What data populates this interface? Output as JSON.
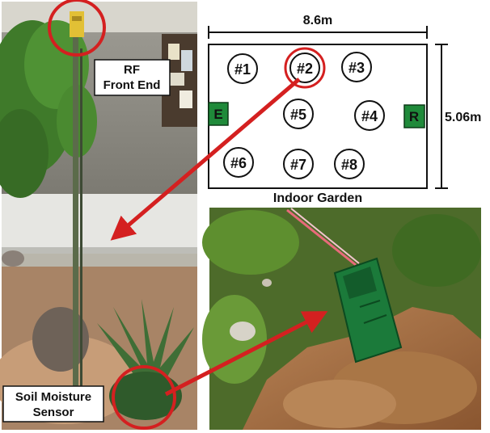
{
  "garden": {
    "width_label": "8.6m",
    "height_label": "5.06m",
    "title": "Indoor Garden",
    "nodes": [
      "#1",
      "#2",
      "#3",
      "#5",
      "#4",
      "#6",
      "#7",
      "#8"
    ],
    "left_marker": "E",
    "right_marker": "R",
    "highlighted_node": "#2"
  },
  "callouts": {
    "rf_line1": "RF",
    "rf_line2": "Front End",
    "soil_line1": "Soil Moisture",
    "soil_line2": "Sensor"
  },
  "colors": {
    "highlight": "#d42020",
    "marker_fill": "#1f8a3a",
    "pcb": "#1b7a3a",
    "soil": "#9c6a3f",
    "moss": "#5a8f2e"
  }
}
